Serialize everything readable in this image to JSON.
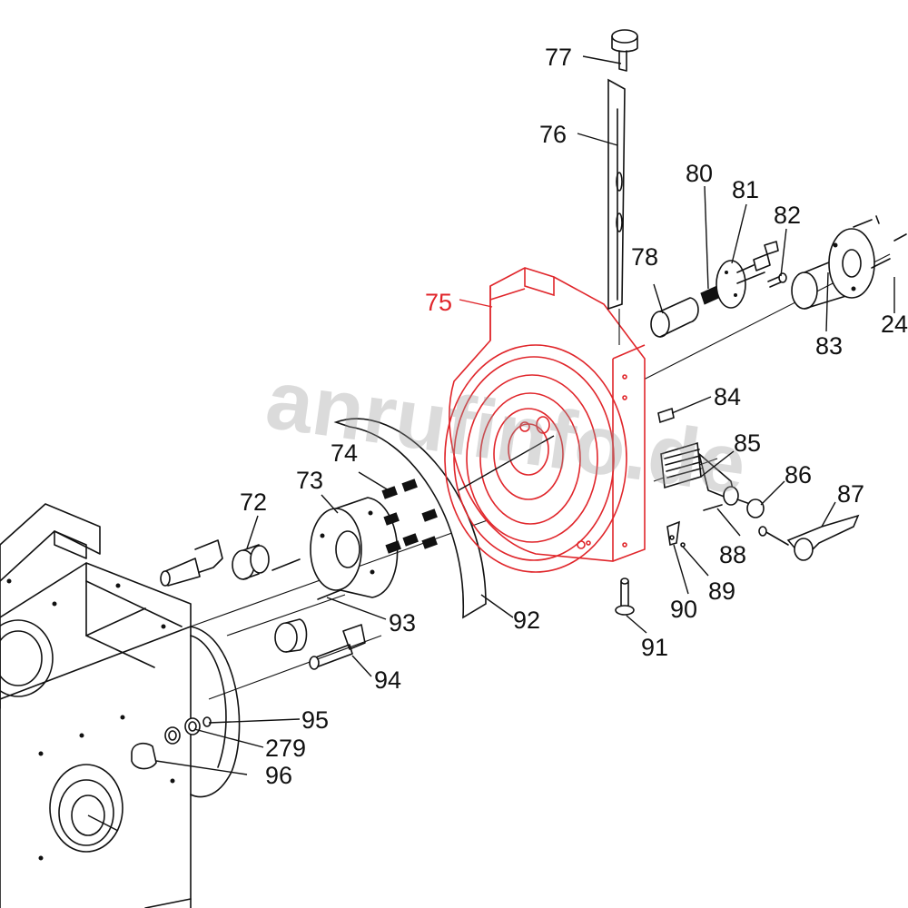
{
  "watermark": "anrufinfo.de",
  "colors": {
    "highlight": "#e0262b",
    "line": "#111111",
    "watermark": "#9a9a9a"
  },
  "parts": [
    {
      "id": "p72",
      "number": "72"
    },
    {
      "id": "p73",
      "number": "73"
    },
    {
      "id": "p74",
      "number": "74"
    },
    {
      "id": "p75",
      "number": "75",
      "highlighted": true
    },
    {
      "id": "p76",
      "number": "76"
    },
    {
      "id": "p77",
      "number": "77"
    },
    {
      "id": "p78",
      "number": "78"
    },
    {
      "id": "p80",
      "number": "80"
    },
    {
      "id": "p81",
      "number": "81"
    },
    {
      "id": "p82",
      "number": "82"
    },
    {
      "id": "p83",
      "number": "83"
    },
    {
      "id": "p24",
      "number": "24"
    },
    {
      "id": "p84",
      "number": "84"
    },
    {
      "id": "p85",
      "number": "85"
    },
    {
      "id": "p86",
      "number": "86"
    },
    {
      "id": "p87",
      "number": "87"
    },
    {
      "id": "p88",
      "number": "88"
    },
    {
      "id": "p89",
      "number": "89"
    },
    {
      "id": "p90",
      "number": "90"
    },
    {
      "id": "p91",
      "number": "91"
    },
    {
      "id": "p92",
      "number": "92"
    },
    {
      "id": "p93",
      "number": "93"
    },
    {
      "id": "p94",
      "number": "94"
    },
    {
      "id": "p95",
      "number": "95"
    },
    {
      "id": "p279",
      "number": "279"
    },
    {
      "id": "p96",
      "number": "96"
    }
  ]
}
